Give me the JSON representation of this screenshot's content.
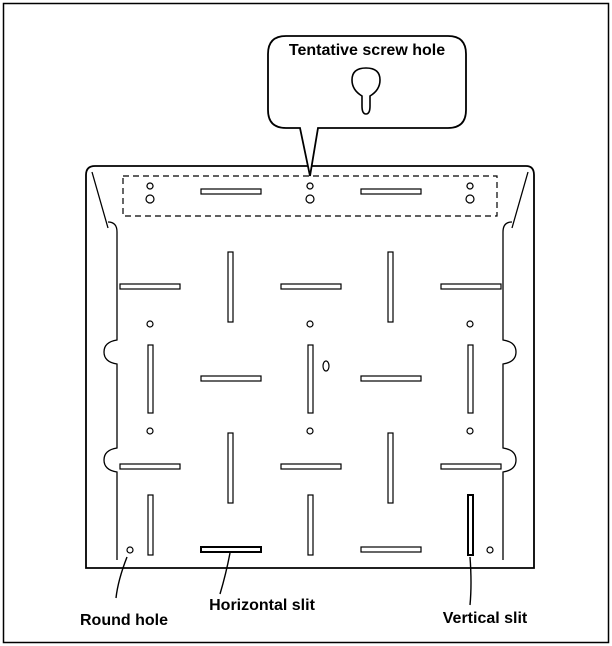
{
  "labels": {
    "callout": "Tentative screw hole",
    "round_hole": "Round hole",
    "horizontal_slit": "Horizontal slit",
    "vertical_slit": "Vertical slit"
  },
  "colors": {
    "line": "#000000",
    "background": "#ffffff"
  }
}
